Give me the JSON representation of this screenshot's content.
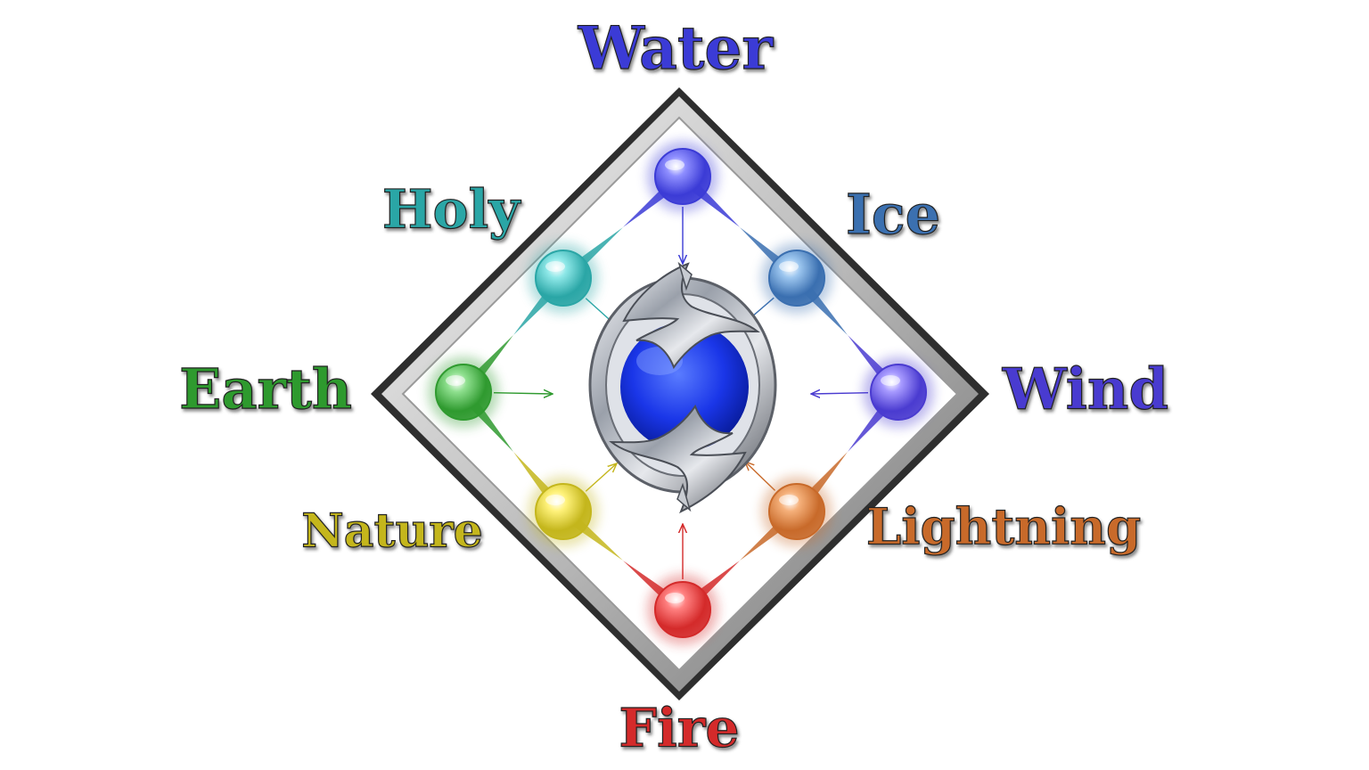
{
  "elements": [
    {
      "id": "water",
      "label": "Water",
      "color": "#3b3bd6",
      "light": "#8f8fff"
    },
    {
      "id": "ice",
      "label": "Ice",
      "color": "#3a6fb0",
      "light": "#9cc6ef"
    },
    {
      "id": "wind",
      "label": "Wind",
      "color": "#4a3bd0",
      "light": "#a79aff"
    },
    {
      "id": "lightning",
      "label": "Lightning",
      "color": "#c86a2a",
      "light": "#f5b07a"
    },
    {
      "id": "fire",
      "label": "Fire",
      "color": "#d42a2a",
      "light": "#ff8080"
    },
    {
      "id": "nature",
      "label": "Nature",
      "color": "#c4b61c",
      "light": "#fff27a"
    },
    {
      "id": "earth",
      "label": "Earth",
      "color": "#2f9a2f",
      "light": "#8fe08f"
    },
    {
      "id": "holy",
      "label": "Holy",
      "color": "#2aa6a6",
      "light": "#8ee8e8"
    }
  ],
  "center": {
    "name": "dolphin-emblem",
    "core_color": "#1030e0",
    "metal_color": "#b8bcc4"
  },
  "frame": {
    "outer_color": "#3a3a3a",
    "inner_color": "#d8d8d8"
  }
}
